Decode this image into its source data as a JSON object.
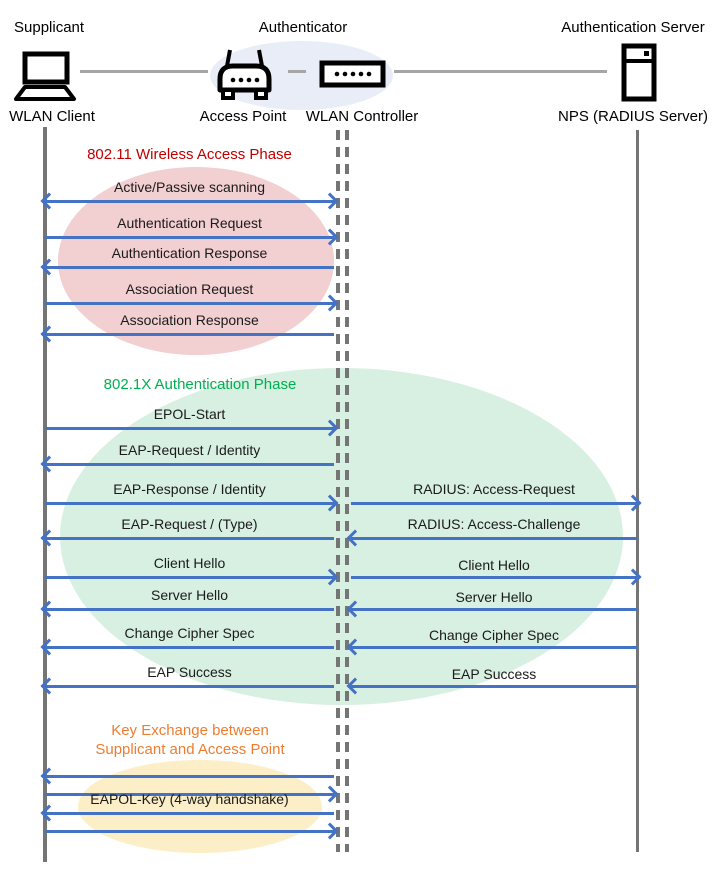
{
  "actors": {
    "supplicant": {
      "role": "Supplicant",
      "device": "WLAN Client",
      "icon": "laptop-icon"
    },
    "authenticator": {
      "role": "Authenticator",
      "devices": [
        {
          "label": "Access Point",
          "icon": "access-point-icon"
        },
        {
          "label": "WLAN Controller",
          "icon": "wlan-controller-icon"
        }
      ]
    },
    "auth_server": {
      "role": "Authentication Server",
      "device": "NPS (RADIUS Server)",
      "icon": "server-icon"
    }
  },
  "phases": [
    {
      "title": "802.11 Wireless Access Phase",
      "title_color": "#C00000",
      "ellipse_color": "#F2CFD1"
    },
    {
      "title": "802.1X Authentication Phase",
      "title_color": "#00B050",
      "ellipse_color": "#D8F0E2"
    },
    {
      "title_line1": "Key Exchange between",
      "title_line2": "Supplicant and Access Point",
      "title_color": "#ED7D31",
      "ellipse_color": "#FCEEC6"
    }
  ],
  "messages": [
    {
      "left": {
        "label": "Active/Passive scanning",
        "dir": "both"
      }
    },
    {
      "left": {
        "label": "Authentication Request",
        "dir": "right"
      }
    },
    {
      "left": {
        "label": "Authentication Response",
        "dir": "left"
      }
    },
    {
      "left": {
        "label": "Association Request",
        "dir": "right"
      }
    },
    {
      "left": {
        "label": "Association Response",
        "dir": "left"
      }
    },
    {
      "left": {
        "label": "EPOL-Start",
        "dir": "right"
      }
    },
    {
      "left": {
        "label": "EAP-Request / Identity",
        "dir": "left"
      }
    },
    {
      "left": {
        "label": "EAP-Response / Identity",
        "dir": "right"
      },
      "right": {
        "label": "RADIUS: Access-Request",
        "dir": "right"
      }
    },
    {
      "left": {
        "label": "EAP-Request / (Type)",
        "dir": "left"
      },
      "right": {
        "label": "RADIUS: Access-Challenge",
        "dir": "left"
      }
    },
    {
      "left": {
        "label": "Client Hello",
        "dir": "right"
      },
      "right": {
        "label": "Client Hello",
        "dir": "right"
      }
    },
    {
      "left": {
        "label": "Server Hello",
        "dir": "left"
      },
      "right": {
        "label": "Server Hello",
        "dir": "left"
      }
    },
    {
      "left": {
        "label": "Change Cipher Spec",
        "dir": "left"
      },
      "right": {
        "label": "Change Cipher Spec",
        "dir": "left"
      }
    },
    {
      "left": {
        "label": "EAP Success",
        "dir": "left"
      },
      "right": {
        "label": "EAP Success",
        "dir": "left"
      }
    },
    {
      "left": {
        "label": "",
        "dir": "left"
      }
    },
    {
      "left": {
        "label": "",
        "dir": "right"
      }
    },
    {
      "left": {
        "label": "EAPOL-Key (4-way handshake)",
        "dir": "left"
      }
    },
    {
      "left": {
        "label": "",
        "dir": "right"
      }
    }
  ],
  "colors": {
    "arrow": "#4472C4",
    "lifeline": "#757575",
    "connector": "#A6A6A6",
    "authenticator_ellipse": "#E9EDF7"
  }
}
